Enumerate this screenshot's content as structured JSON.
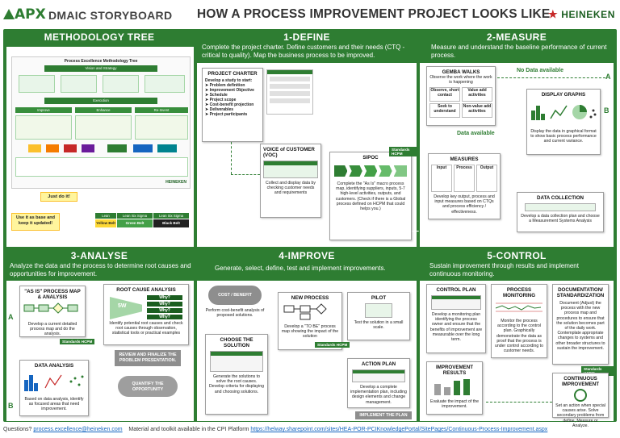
{
  "header": {
    "logo": "APX",
    "app_title": "DMAIC STORYBOARD",
    "main_title": "HOW A PROCESS IMPROVEMENT PROJECT LOOKS LIKE",
    "brand": "HEINEKEN"
  },
  "methodology": {
    "title": "METHODOLOGY TREE",
    "just_do_it": "Just do it!",
    "use_as_base": "Use it as base and keep it updated!",
    "belts": [
      "Yellow Belt",
      "Green Belt",
      "Black Belt"
    ],
    "belt_header": [
      "Lean",
      "Lean Six Sigma",
      "Lean Six Sigma"
    ],
    "tree_title": "Process Excellence Methodology Tree",
    "tree_header": "Vision and Strategy",
    "tree_execution": "Execution",
    "tree_columns": [
      "Improve",
      "Enhance",
      "Re-Invent"
    ],
    "tree_footer": "HEINEKEN"
  },
  "define": {
    "title": "1-DEFINE",
    "desc": "Complete the project charter. Define customers and their needs (CTQ - critical to quality). Map the business process to be improved.",
    "charter_title": "PROJECT CHARTER",
    "charter_intro": "Develop a study to start:",
    "charter_items": [
      "Problem definition",
      "Improvement Objective",
      "Schedule",
      "Project scope",
      "Cost-benefit projection",
      "Deliverables",
      "Project participants"
    ],
    "voc_title": "VOICE of CUSTOMER (VOC)",
    "voc_text": "Collect and display data by checking customer needs and requirements",
    "sipoc_title": "SIPOC",
    "sipoc_tag": "Standards",
    "sipoc_tag2": "HCPM",
    "sipoc_text": "Complete the \"As Is\" macro process map, identifying suppliers, inputs, 5-7 high-level activities, outputs, and customers. (Check if there is a Global process defined on HCPM that could helps you.)"
  },
  "measure": {
    "title": "2-MEASURE",
    "desc": "Measure and understand the baseline performance of current process.",
    "gemba_title": "GEMBA WALKS",
    "gemba_text": "Observe the work where the work is happening",
    "gemba_cells": [
      "Observe, short contact",
      "Value add activities",
      "Seek to understand",
      "Non-value add activities"
    ],
    "no_data": "No Data available",
    "data_available": "Data available",
    "arrow_a": "A",
    "arrow_b": "B",
    "display_title": "DISPLAY GRAPHS",
    "display_text": "Display the data in graphical format to show basic process performance and current variance.",
    "measures_title": "MEASURES",
    "measures_cols": [
      "Input",
      "Process",
      "Output"
    ],
    "measures_text": "Develop key output, process and input measures based on CTQs and process efficiency / effectiveness.",
    "collection_title": "DATA COLLECTION",
    "collection_text": "Develop a data collection plan and choose a Measurement Systems Analysis"
  },
  "analyse": {
    "title": "3-ANALYSE",
    "desc": "Analyze the data and the process to determine root causes and opportunities for improvement.",
    "asis_title": "\"AS IS\" PROCESS MAP & ANALYSIS",
    "asis_text": "Develop a current detailed process map and do the analysis.",
    "asis_tag": "Standards",
    "asis_tag2": "HCPM",
    "rca_title": "ROOT CAUSE ANALYSIS",
    "rca_whys": [
      "Why?",
      "Why?",
      "Why?",
      "Why?"
    ],
    "rca_center": "5W",
    "rca_text": "Identify potential root causes and check root causes through observation, statistical tools or practical examples",
    "review_label": "REVIEW AND FINALIZE THE PROBLEM PRESENTATION.",
    "quantify_label": "QUANTIFY THE OPPORTUNITY",
    "data_title": "DATA ANALYSIS",
    "data_text": "Based on data analysis, identify as focused areas that need improvement.",
    "arrow_a": "A",
    "arrow_b": "B"
  },
  "improve": {
    "title": "4-IMPROVE",
    "desc": "Generate, select, define, test and implement improvements.",
    "cost_cloud": "COST / BENEFIT",
    "cost_text": "Perform cost-benefit analysis of proposed solutions.",
    "choose_title": "CHOOSE THE SOLUTION",
    "choose_text": "Generate the solutions to solve the root causes. Develop criteria for displaying and choosing solutions.",
    "new_title": "NEW PROCESS",
    "new_text": "Develop a \"TO BE\" process map showing the impact of the solution",
    "new_tag": "Standards",
    "new_tag2": "HCPM",
    "pilot_title": "PILOT",
    "pilot_text": "Test the solution in a small scale.",
    "action_title": "ACTION PLAN",
    "action_text": "Develop a complete implementation plan, including design elements and change management.",
    "implement_label": "IMPLEMENT THE PLAN"
  },
  "control": {
    "title": "5-CONTROL",
    "desc": "Sustain improvement through results and implement continuous monitoring.",
    "plan_title": "CONTROL PLAN",
    "plan_text": "Develop a monitoring plan identifying the process owner and ensure that the benefits of improvement are measurable over the long term.",
    "monitor_title": "PROCESS MONITORING",
    "monitor_text": "Monitor the process according to the control plan. Graphically demonstrate the data as proof that the process is under control according to customer needs.",
    "doc_title": "DOCUMENTATION/ STANDARDIZATION",
    "doc_text": "Document (Adjust) the process with the new process map and procedures to ensure that the solution becomes part of the daily work. Contemplate appropriate changes to systems and other broader structures to sustain the improvement.",
    "doc_tag": "Standards",
    "doc_tag2": "HCPM",
    "results_title": "IMPROVEMENT RESULTS",
    "results_text": "Evaluate the impact of the improvement.",
    "ci_title": "CONTINUOUS IMPROVEMENT",
    "ci_text": "Set an action when special causes arise. Solve secondary problems from define, Measure or Analyze."
  },
  "footer": {
    "questions": "Questions?",
    "email": "process.excellence@heineken.com",
    "material": "Material and toolkit available in the CPI Platform",
    "url": "https://helway.sharepoint.com/sites/HEA-POR-PCIKnowledgePortal/SitePages/Continuous-Process-Improvement.aspx"
  },
  "colors": {
    "primary_green": "#2e7d32",
    "dark_green": "#1b5e20",
    "red": "#c62828"
  }
}
